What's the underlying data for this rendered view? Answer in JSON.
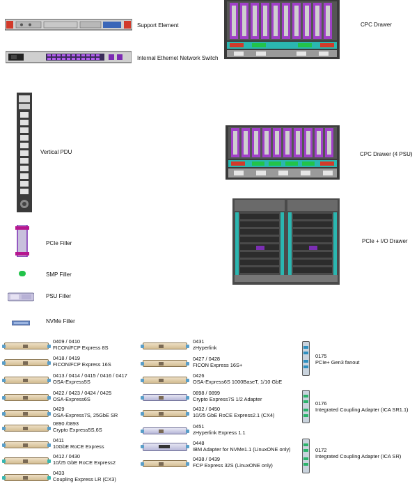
{
  "labels": {
    "support_element": "Support Element",
    "ethernet_switch": "Internal Ethernet Network Switch",
    "cpc_drawer": "CPC Drawer",
    "vertical_pdu": "Vertical PDU",
    "cpc_drawer_4psu": "CPC Drawer (4 PSU)",
    "pcie_io_drawer": "PCIe + I/O Drawer",
    "pcie_filler": "PCIe Filler",
    "smp_filler": "SMP Filler",
    "psu_filler": "PSU Filler",
    "nvme_filler": "NVMe Filler"
  },
  "cards_col1": [
    {
      "code": "0409 / 0410",
      "name": "FICON/FCP Express 8S"
    },
    {
      "code": "0418 / 0419",
      "name": "FICON/FCP Express 16S"
    },
    {
      "code": "0413 / 0414 / 0415 / 0416 / 0417",
      "name": "OSA-Express5S"
    },
    {
      "code": "0422 / 0423 / 0424 / 0425",
      "name": "OSA-Express6S"
    },
    {
      "code": "0429",
      "name": "OSA-Express7S, 25GbE SR"
    },
    {
      "code": "0890 /0893",
      "name": "Crypto Express5S,6S"
    },
    {
      "code": "0411",
      "name": "10GbE RoCE Express"
    },
    {
      "code": "0412 / 0430",
      "name": "10/25 GbE RoCE Express2"
    },
    {
      "code": "0433",
      "name": "Coupling Express LR (CX3)"
    }
  ],
  "cards_col2": [
    {
      "code": "0431",
      "name": "zHyperlink"
    },
    {
      "code": "0427 / 0428",
      "name": "FICON Express 16S+"
    },
    {
      "code": "0426",
      "name": "OSA-Express6S 1000BaseT, 1/10 GbE"
    },
    {
      "code": "0898 / 0899",
      "name": "Crypto Express7S 1/2 Adapter"
    },
    {
      "code": "0432 / 0450",
      "name": "10/25 GbE RoCE Express2.1 (CX4)"
    },
    {
      "code": "0451",
      "name": "zHyperlink Express 1.1"
    },
    {
      "code": "0448",
      "name": "IBM Adapter for NVMe1.1 (LinuxONE only)"
    },
    {
      "code": "0438 / 0439",
      "name": "FCP Express 32S (LinuxONE only)"
    }
  ],
  "cards_col3": [
    {
      "code": "0175",
      "name": "PCIe+ Gen3 fanout"
    },
    {
      "code": "0176",
      "name": "Integrated Coupling Adapter (ICA SR1.1)"
    },
    {
      "code": "0172",
      "name": "Integrated Coupling Adapter (ICA SR)"
    }
  ],
  "colors": {
    "purple_accent": "#a040c8",
    "magenta_accent": "#b6168f",
    "green_accent": "#22c34a",
    "teal_accent": "#2bb6b0",
    "red_accent": "#d23a2a",
    "blue_accent": "#5a9ec8",
    "rack_gray": "#d6d6d6"
  }
}
